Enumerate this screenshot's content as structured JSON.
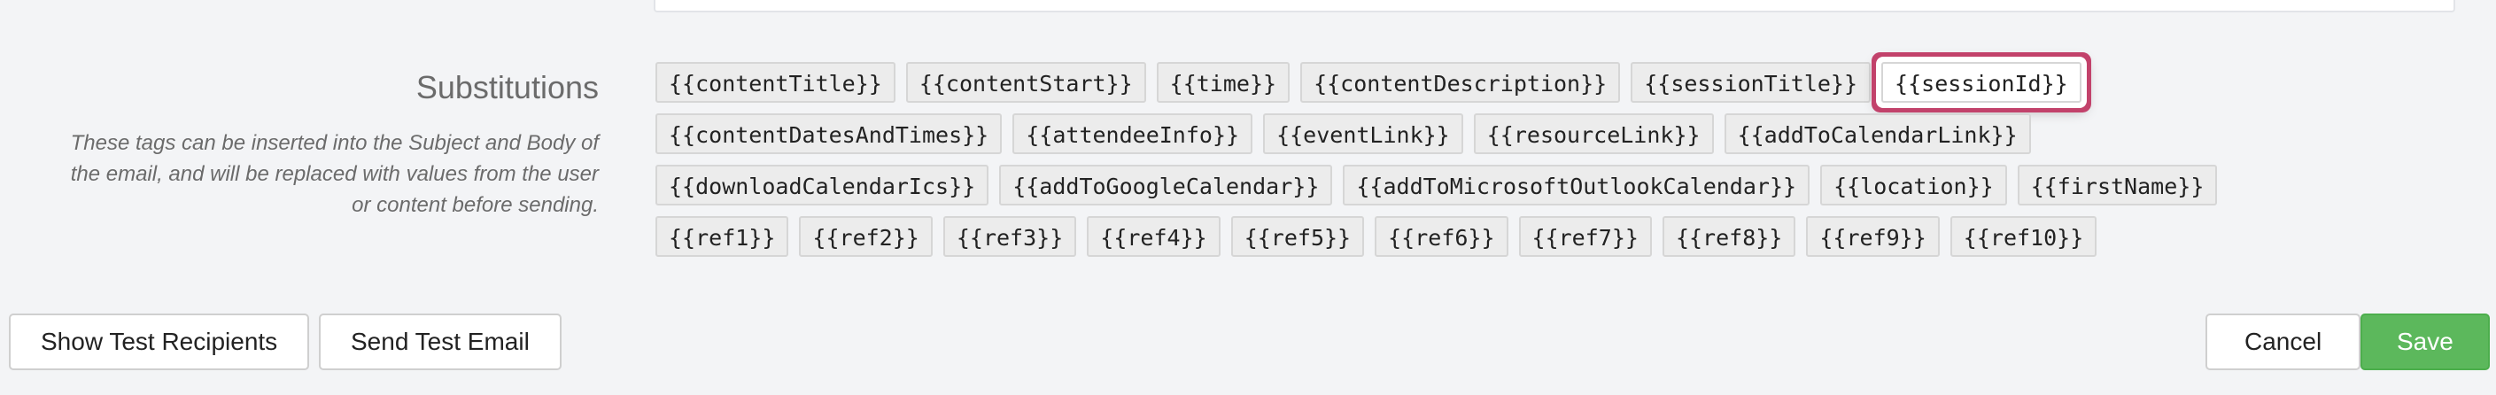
{
  "substitutions": {
    "title": "Substitutions",
    "help_text": "These tags can be inserted into the Subject and Body of the email, and will be replaced with values from the user or content before sending.",
    "rows": [
      [
        "{{contentTitle}}",
        "{{contentStart}}",
        "{{time}}",
        "{{contentDescription}}",
        "{{sessionTitle}}",
        "{{sessionId}}"
      ],
      [
        "{{contentDatesAndTimes}}",
        "{{attendeeInfo}}",
        "{{eventLink}}",
        "{{resourceLink}}",
        "{{addToCalendarLink}}"
      ],
      [
        "{{downloadCalendarIcs}}",
        "{{addToGoogleCalendar}}",
        "{{addToMicrosoftOutlookCalendar}}",
        "{{location}}",
        "{{firstName}}"
      ],
      [
        "{{ref1}}",
        "{{ref2}}",
        "{{ref3}}",
        "{{ref4}}",
        "{{ref5}}",
        "{{ref6}}",
        "{{ref7}}",
        "{{ref8}}",
        "{{ref9}}",
        "{{ref10}}"
      ]
    ],
    "highlighted_tag": "{{sessionId}}"
  },
  "actions": {
    "show_test_recipients": "Show Test Recipients",
    "send_test_email": "Send Test Email",
    "cancel": "Cancel",
    "save": "Save"
  },
  "colors": {
    "save_button": "#5cb85c",
    "highlight_border": "#c2426b",
    "background": "#f3f4f6"
  }
}
